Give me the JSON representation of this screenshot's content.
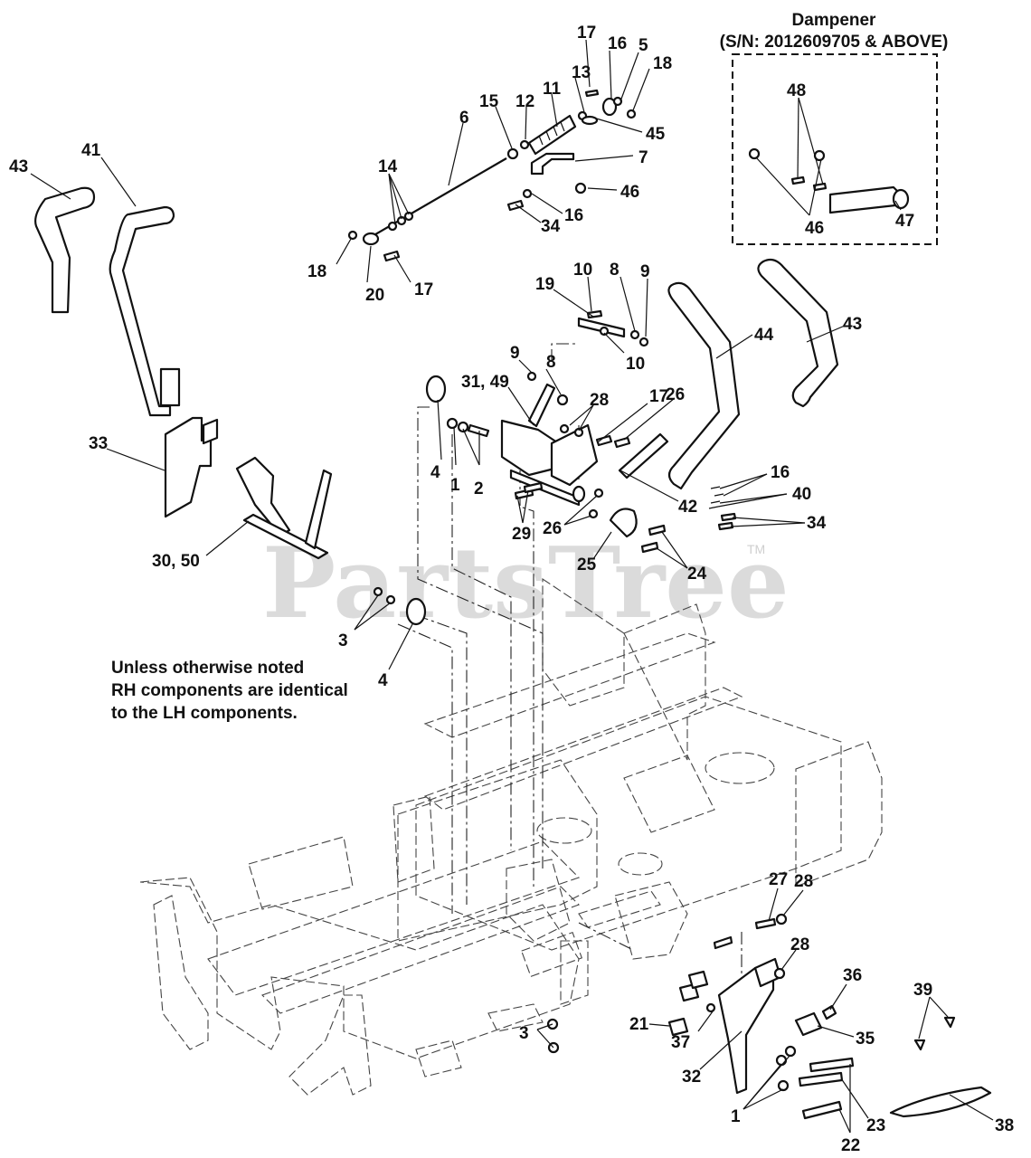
{
  "inset": {
    "title": "Dampener",
    "serial": "(S/N: 2012609705 & ABOVE)"
  },
  "note": [
    "Unless otherwise noted",
    "RH components are identical",
    "to the LH components."
  ],
  "watermark": {
    "text": "PartsTree",
    "trademark": "TM"
  },
  "callouts": [
    {
      "text": "17"
    },
    {
      "text": "16"
    },
    {
      "text": "5"
    },
    {
      "text": "18"
    },
    {
      "text": "13"
    },
    {
      "text": "11"
    },
    {
      "text": "12"
    },
    {
      "text": "15"
    },
    {
      "text": "6"
    },
    {
      "text": "45"
    },
    {
      "text": "7"
    },
    {
      "text": "46"
    },
    {
      "text": "16"
    },
    {
      "text": "34"
    },
    {
      "text": "14"
    },
    {
      "text": "18"
    },
    {
      "text": "20"
    },
    {
      "text": "17"
    },
    {
      "text": "48"
    },
    {
      "text": "46"
    },
    {
      "text": "47"
    },
    {
      "text": "43"
    },
    {
      "text": "41"
    },
    {
      "text": "10"
    },
    {
      "text": "8"
    },
    {
      "text": "9"
    },
    {
      "text": "19"
    },
    {
      "text": "10"
    },
    {
      "text": "9"
    },
    {
      "text": "8"
    },
    {
      "text": "31, 49"
    },
    {
      "text": "28"
    },
    {
      "text": "17"
    },
    {
      "text": "26"
    },
    {
      "text": "44"
    },
    {
      "text": "43"
    },
    {
      "text": "42"
    },
    {
      "text": "4"
    },
    {
      "text": "1"
    },
    {
      "text": "2"
    },
    {
      "text": "33"
    },
    {
      "text": "30, 50"
    },
    {
      "text": "29"
    },
    {
      "text": "26"
    },
    {
      "text": "25"
    },
    {
      "text": "24"
    },
    {
      "text": "16"
    },
    {
      "text": "40"
    },
    {
      "text": "34"
    },
    {
      "text": "3"
    },
    {
      "text": "4"
    },
    {
      "text": "27"
    },
    {
      "text": "28"
    },
    {
      "text": "28"
    },
    {
      "text": "36"
    },
    {
      "text": "35"
    },
    {
      "text": "37"
    },
    {
      "text": "21"
    },
    {
      "text": "32"
    },
    {
      "text": "39"
    },
    {
      "text": "38"
    },
    {
      "text": "23"
    },
    {
      "text": "22"
    },
    {
      "text": "1"
    },
    {
      "text": "3"
    }
  ]
}
